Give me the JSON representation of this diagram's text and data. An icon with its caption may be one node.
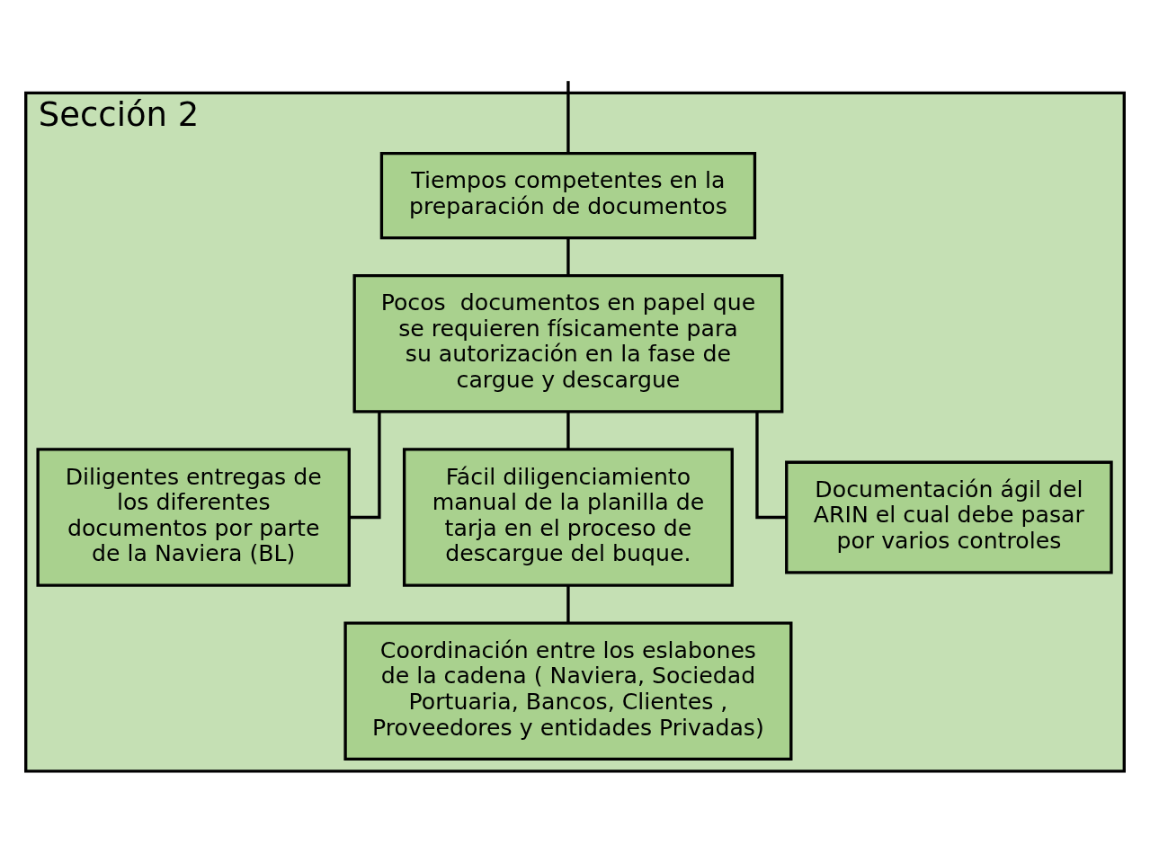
{
  "diagram": {
    "nodes": [
      {
        "text": [
          "Sección 2"
        ]
      },
      {
        "text": [
          "Tiempos competentes en la preparación de documentos"
        ],
        "in": 0
      },
      {
        "text": [
          "Pocos  documentos en papel que se requieren físicamente para su autorización en la fase de cargue y descargue"
        ],
        "in": 0
      },
      {
        "text": [
          "Diligentes entregas de los diferentes documentos por parte de la Naviera (BL)"
        ],
        "in": 0
      },
      {
        "text": [
          "Fácil diligenciamiento manual de la planilla de tarja en el proceso de descargue del buque."
        ],
        "in": 0
      },
      {
        "text": [
          "Documentación ágil del ARIN el cual debe pasar por varios controles"
        ],
        "in": 0
      },
      {
        "text": [
          "Coordinación entre los eslabones de la cadena ( Naviera, Sociedad Portuaria, Bancos, Clientes , Proveedores y entidades Privadas)"
        ],
        "in": 0
      }
    ],
    "edges": [
      {
        "from": null,
        "to": 1,
        "arrow": "none"
      },
      {
        "from": 1,
        "to": 2,
        "arrow": "none"
      },
      {
        "from": 2,
        "to": 3,
        "arrow": "none"
      },
      {
        "from": 2,
        "to": 4,
        "arrow": "none"
      },
      {
        "from": 2,
        "to": 5,
        "arrow": "none"
      },
      {
        "from": 4,
        "to": 6,
        "arrow": "none"
      }
    ]
  }
}
